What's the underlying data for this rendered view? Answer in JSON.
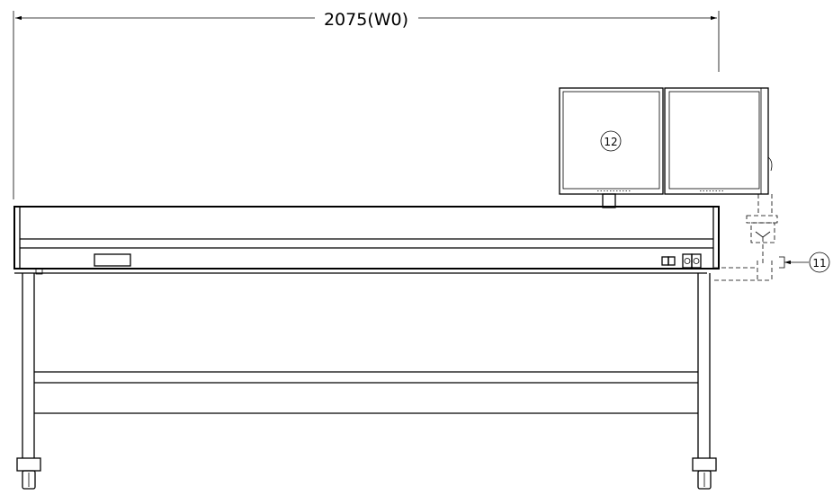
{
  "dimension": {
    "value": "2075",
    "unit_label": "(W0)"
  },
  "callouts": [
    {
      "id": "monitor",
      "number": "12"
    },
    {
      "id": "bracket",
      "number": "11"
    }
  ]
}
